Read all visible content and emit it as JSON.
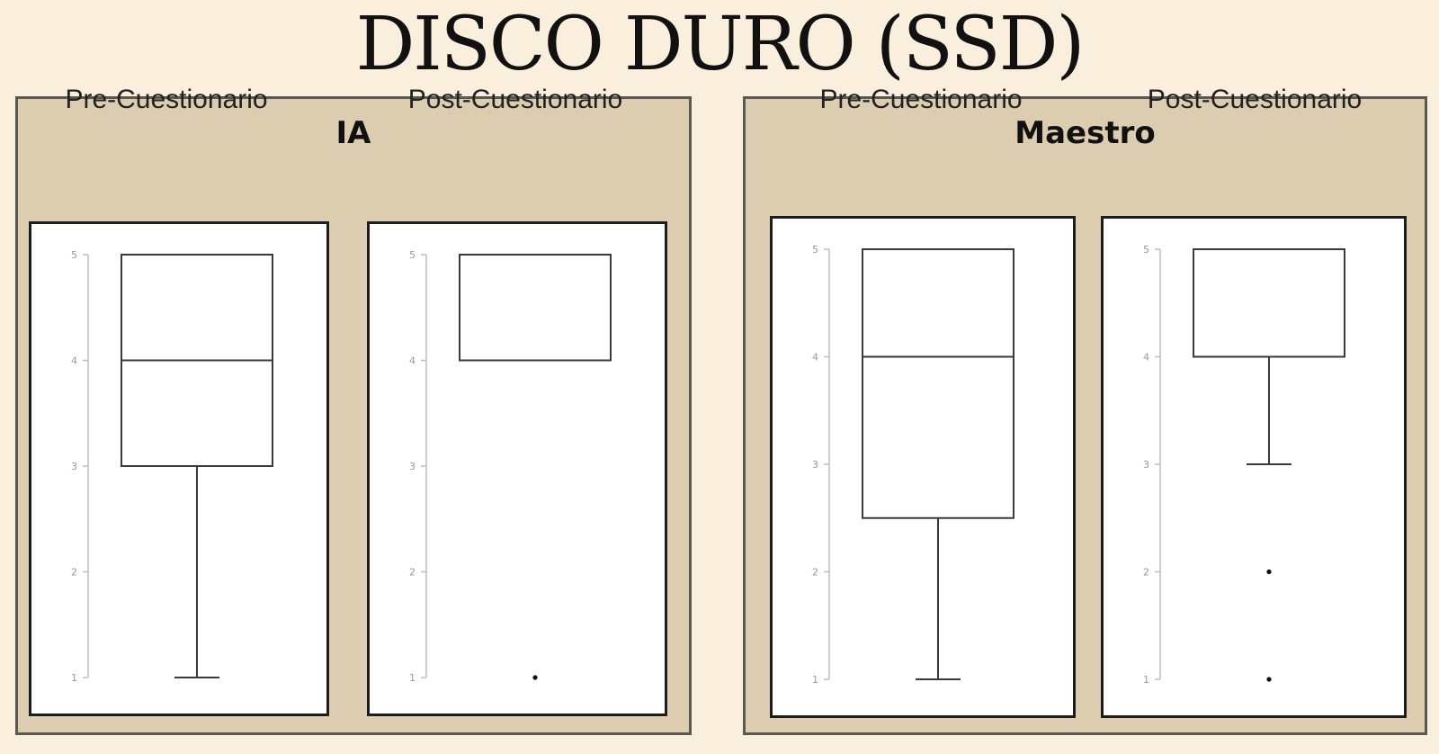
{
  "title": "DISCO DURO (SSD)",
  "groups": [
    {
      "label": "IA"
    },
    {
      "label": "Maestro"
    }
  ],
  "chart_data": [
    {
      "type": "boxplot",
      "group": "IA",
      "title": "Pre-Cuestionario",
      "ylim": [
        1,
        5
      ],
      "yticks": [
        "1",
        "2",
        "3",
        "4",
        "5"
      ],
      "whisker_low": 1,
      "q1": 3,
      "median": 4,
      "q3": 5,
      "whisker_high": 5,
      "outliers": []
    },
    {
      "type": "boxplot",
      "group": "IA",
      "title": "Post-Cuestionario",
      "ylim": [
        1,
        5
      ],
      "yticks": [
        "1",
        "2",
        "3",
        "4",
        "5"
      ],
      "whisker_low": 4,
      "q1": 4,
      "median": 4,
      "q3": 5,
      "whisker_high": 5,
      "outliers": [
        1
      ]
    },
    {
      "type": "boxplot",
      "group": "Maestro",
      "title": "Pre-Cuestionario",
      "ylim": [
        1,
        5
      ],
      "yticks": [
        "1",
        "2",
        "3",
        "4",
        "5"
      ],
      "whisker_low": 1,
      "q1": 2.5,
      "median": 4,
      "q3": 5,
      "whisker_high": 5,
      "outliers": []
    },
    {
      "type": "boxplot",
      "group": "Maestro",
      "title": "Post-Cuestionario",
      "ylim": [
        1,
        5
      ],
      "yticks": [
        "1",
        "2",
        "3",
        "4",
        "5"
      ],
      "whisker_low": 3,
      "q1": 4,
      "median": 5,
      "q3": 5,
      "whisker_high": 5,
      "outliers": [
        2,
        1
      ]
    }
  ]
}
